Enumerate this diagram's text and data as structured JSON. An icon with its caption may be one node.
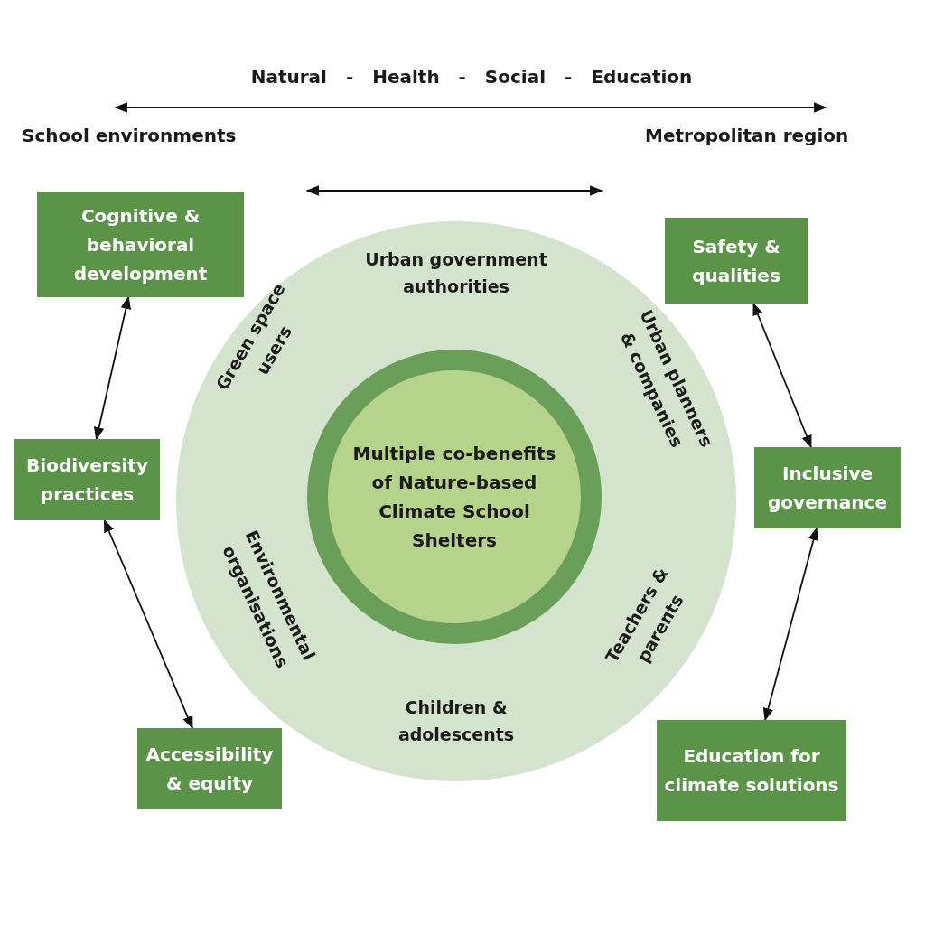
{
  "diagram": {
    "nodes": [
      {
        "text": [
          "Cognitive & behavioral development"
        ]
      },
      {
        "text": [
          "Safety & qualities"
        ]
      },
      {
        "text": [
          "Urban government authorities",
          "Urban planners & companies",
          "Teachers & parents",
          "Children & adolescents",
          "Environmental organisations",
          "Green space users"
        ]
      },
      {
        "text": [
          "Multiple co-benefits of Nature-based Climate School Shelters"
        ],
        "in": 2
      },
      {
        "text": [
          "Biodiversity practices"
        ]
      },
      {
        "text": [
          "Inclusive governance"
        ]
      },
      {
        "text": [
          "Accessibility & equity"
        ]
      },
      {
        "text": [
          "Education for climate solutions"
        ]
      }
    ],
    "edges": [
      {
        "from": 0,
        "to": 4,
        "arrow": "both"
      },
      {
        "from": 4,
        "to": 6,
        "arrow": "both"
      },
      {
        "from": 1,
        "to": 5,
        "arrow": "both"
      },
      {
        "from": 5,
        "to": 7,
        "arrow": "both"
      }
    ],
    "labels": [
      "Natural - Health - Social - Education",
      "School environments",
      "Metropolitan region"
    ]
  }
}
